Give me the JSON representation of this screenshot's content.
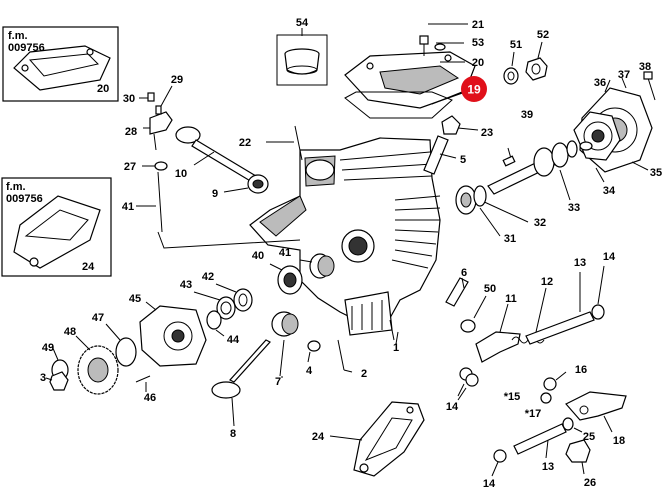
{
  "inset_top": {
    "code_line1": "f.m.",
    "code_line2": "009756",
    "part": "20"
  },
  "inset_mid": {
    "code_line1": "f.m.",
    "code_line2": "009756",
    "part": "24"
  },
  "highlight": {
    "number": "19",
    "color": "#e0101a"
  },
  "labels": {
    "l54": "54",
    "l21": "21",
    "l53": "53",
    "l20": "20",
    "l51": "51",
    "l52": "52",
    "l38": "38",
    "l36": "36",
    "l37": "37",
    "l29": "29",
    "l30": "30",
    "l28": "28",
    "l23": "23",
    "l39": "39",
    "l22": "22",
    "l27": "27",
    "l10": "10",
    "l5": "5",
    "l9": "9",
    "l41a": "41",
    "l35": "35",
    "l34": "34",
    "l33": "33",
    "l32": "32",
    "l31": "31",
    "l40": "40",
    "l41b": "41",
    "l6": "6",
    "l42": "42",
    "l43": "43",
    "l50": "50",
    "l11": "11",
    "l12": "12",
    "l13a": "13",
    "l14a": "14",
    "l45": "45",
    "l44": "44",
    "l47": "47",
    "l48": "48",
    "l49": "49",
    "l1": "1",
    "l7": "7",
    "l4": "4",
    "l2": "2",
    "l3": "3",
    "l46": "46",
    "l16": "16",
    "l15": "*15",
    "l14b": "14",
    "l17": "*17",
    "l18": "18",
    "l8": "8",
    "l24": "24",
    "l25": "25",
    "l13b": "13",
    "l26": "26",
    "l14c": "14"
  }
}
